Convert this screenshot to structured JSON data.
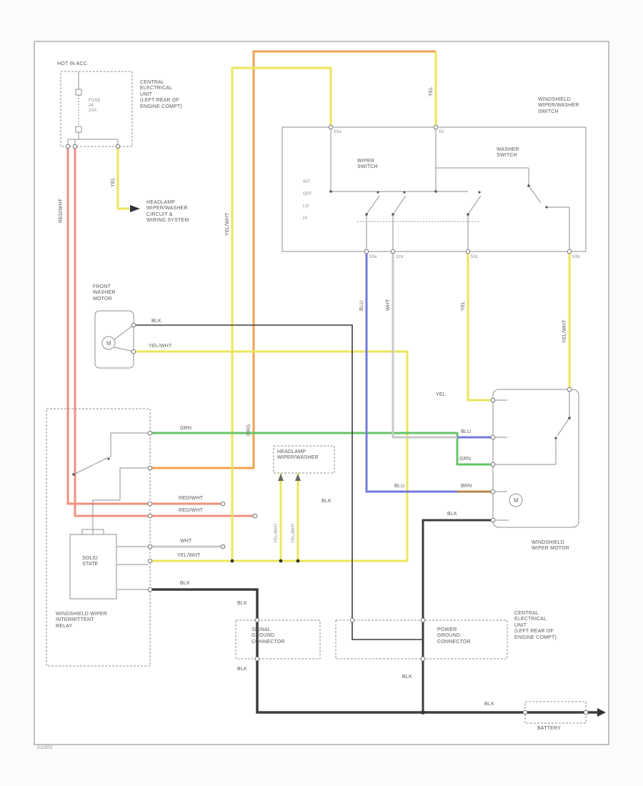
{
  "labels": {
    "hot_in_acc": "HOT IN ACC",
    "fuse": "FUSE\n24\n20A",
    "ceu_top": "CENTRAL\nELECTRICAL\nUNIT\n(LEFT REAR OF\nENGINE COMPT)",
    "headlamp_note": "HEADLAMP\nWIPER/WASHER\nCIRCUIT &\nWIRING SYSTEM",
    "wiper_washer_switch": "WINDSHIELD\nWIPER/WASHER\nSWITCH",
    "wiper_switch": "WIPER\nSWITCH",
    "washer_switch": "WASHER\nSWITCH",
    "pos_int": "INT",
    "pos_off": "OFF",
    "pos_lo": "LO",
    "pos_hi": "HI",
    "front_washer_motor": "FRONT\nWASHER\nMOTOR",
    "headlamp_ww": "HEADLAMP\nWIPER/WASHER",
    "intermittent_relay": "WINDSHIELD WIPER\nINTERMITTENT\nRELAY",
    "solid_state": "SOLID\nSTATE",
    "wiper_motor": "WINDSHIELD\nWIPER MOTOR",
    "signal_ground": "SIGNAL\nGROUND\nCONNECTOR",
    "power_ground": "POWER\nGROUND\nCONNECTOR",
    "ceu_bottom": "CENTRAL\nELECTRICAL\nUNIT\n(LEFT REAR OF\nENGINE COMPT)",
    "battery": "BATTERY",
    "motor_m": "M",
    "footer_left": "A11003"
  },
  "pins": {
    "t1": "53a",
    "t2": "53",
    "b1": "53e",
    "b2": "31b",
    "b3": "53c",
    "b4": "53b"
  },
  "wire_labels": {
    "v_redwht_left": "RED/WHT",
    "v_yel_fuse": "YEL",
    "v_yel_switch": "YEL",
    "v_yelwht_int": "YEL/WHT",
    "v_org": "ORG",
    "v_blu": "BLU",
    "v_wht": "WHT",
    "v_yel_park_feed": "YEL",
    "v_yelwht_park": "YEL/WHT",
    "v_loop1": "YEL/WHT",
    "v_loop2": "YEL/WHT",
    "blk_washer": "BLK",
    "yelwht_washer": "YEL/WHT",
    "grn_left": "GRN",
    "grn_right": "GRN",
    "redwht1": "RED/WHT",
    "redwht2": "RED/WHT",
    "wht_relay": "WHT",
    "yelwht_relay": "YEL/WHT",
    "blk_relay": "BLK",
    "yel_row": "YEL",
    "blu_row": "BLU",
    "blu_horiz": "BLU",
    "brn_row": "BRN",
    "blk_motor": "BLK",
    "blk_headlamp": "BLK",
    "blk_sig_top": "BLK",
    "blk_sig_bot": "BLK",
    "blk_pwr": "BLK",
    "blk_bottom": "BLK"
  },
  "colors": {
    "yellow": "#ece55a",
    "orange": "#f2a24e",
    "red_white": "#f0907c",
    "green": "#66c464",
    "blue": "#7278dc",
    "brown": "#bf8548",
    "white_wire": "#c9c9c9",
    "ground_black": "#3d3d3d",
    "circuit_gray": "#8f8f8f"
  }
}
